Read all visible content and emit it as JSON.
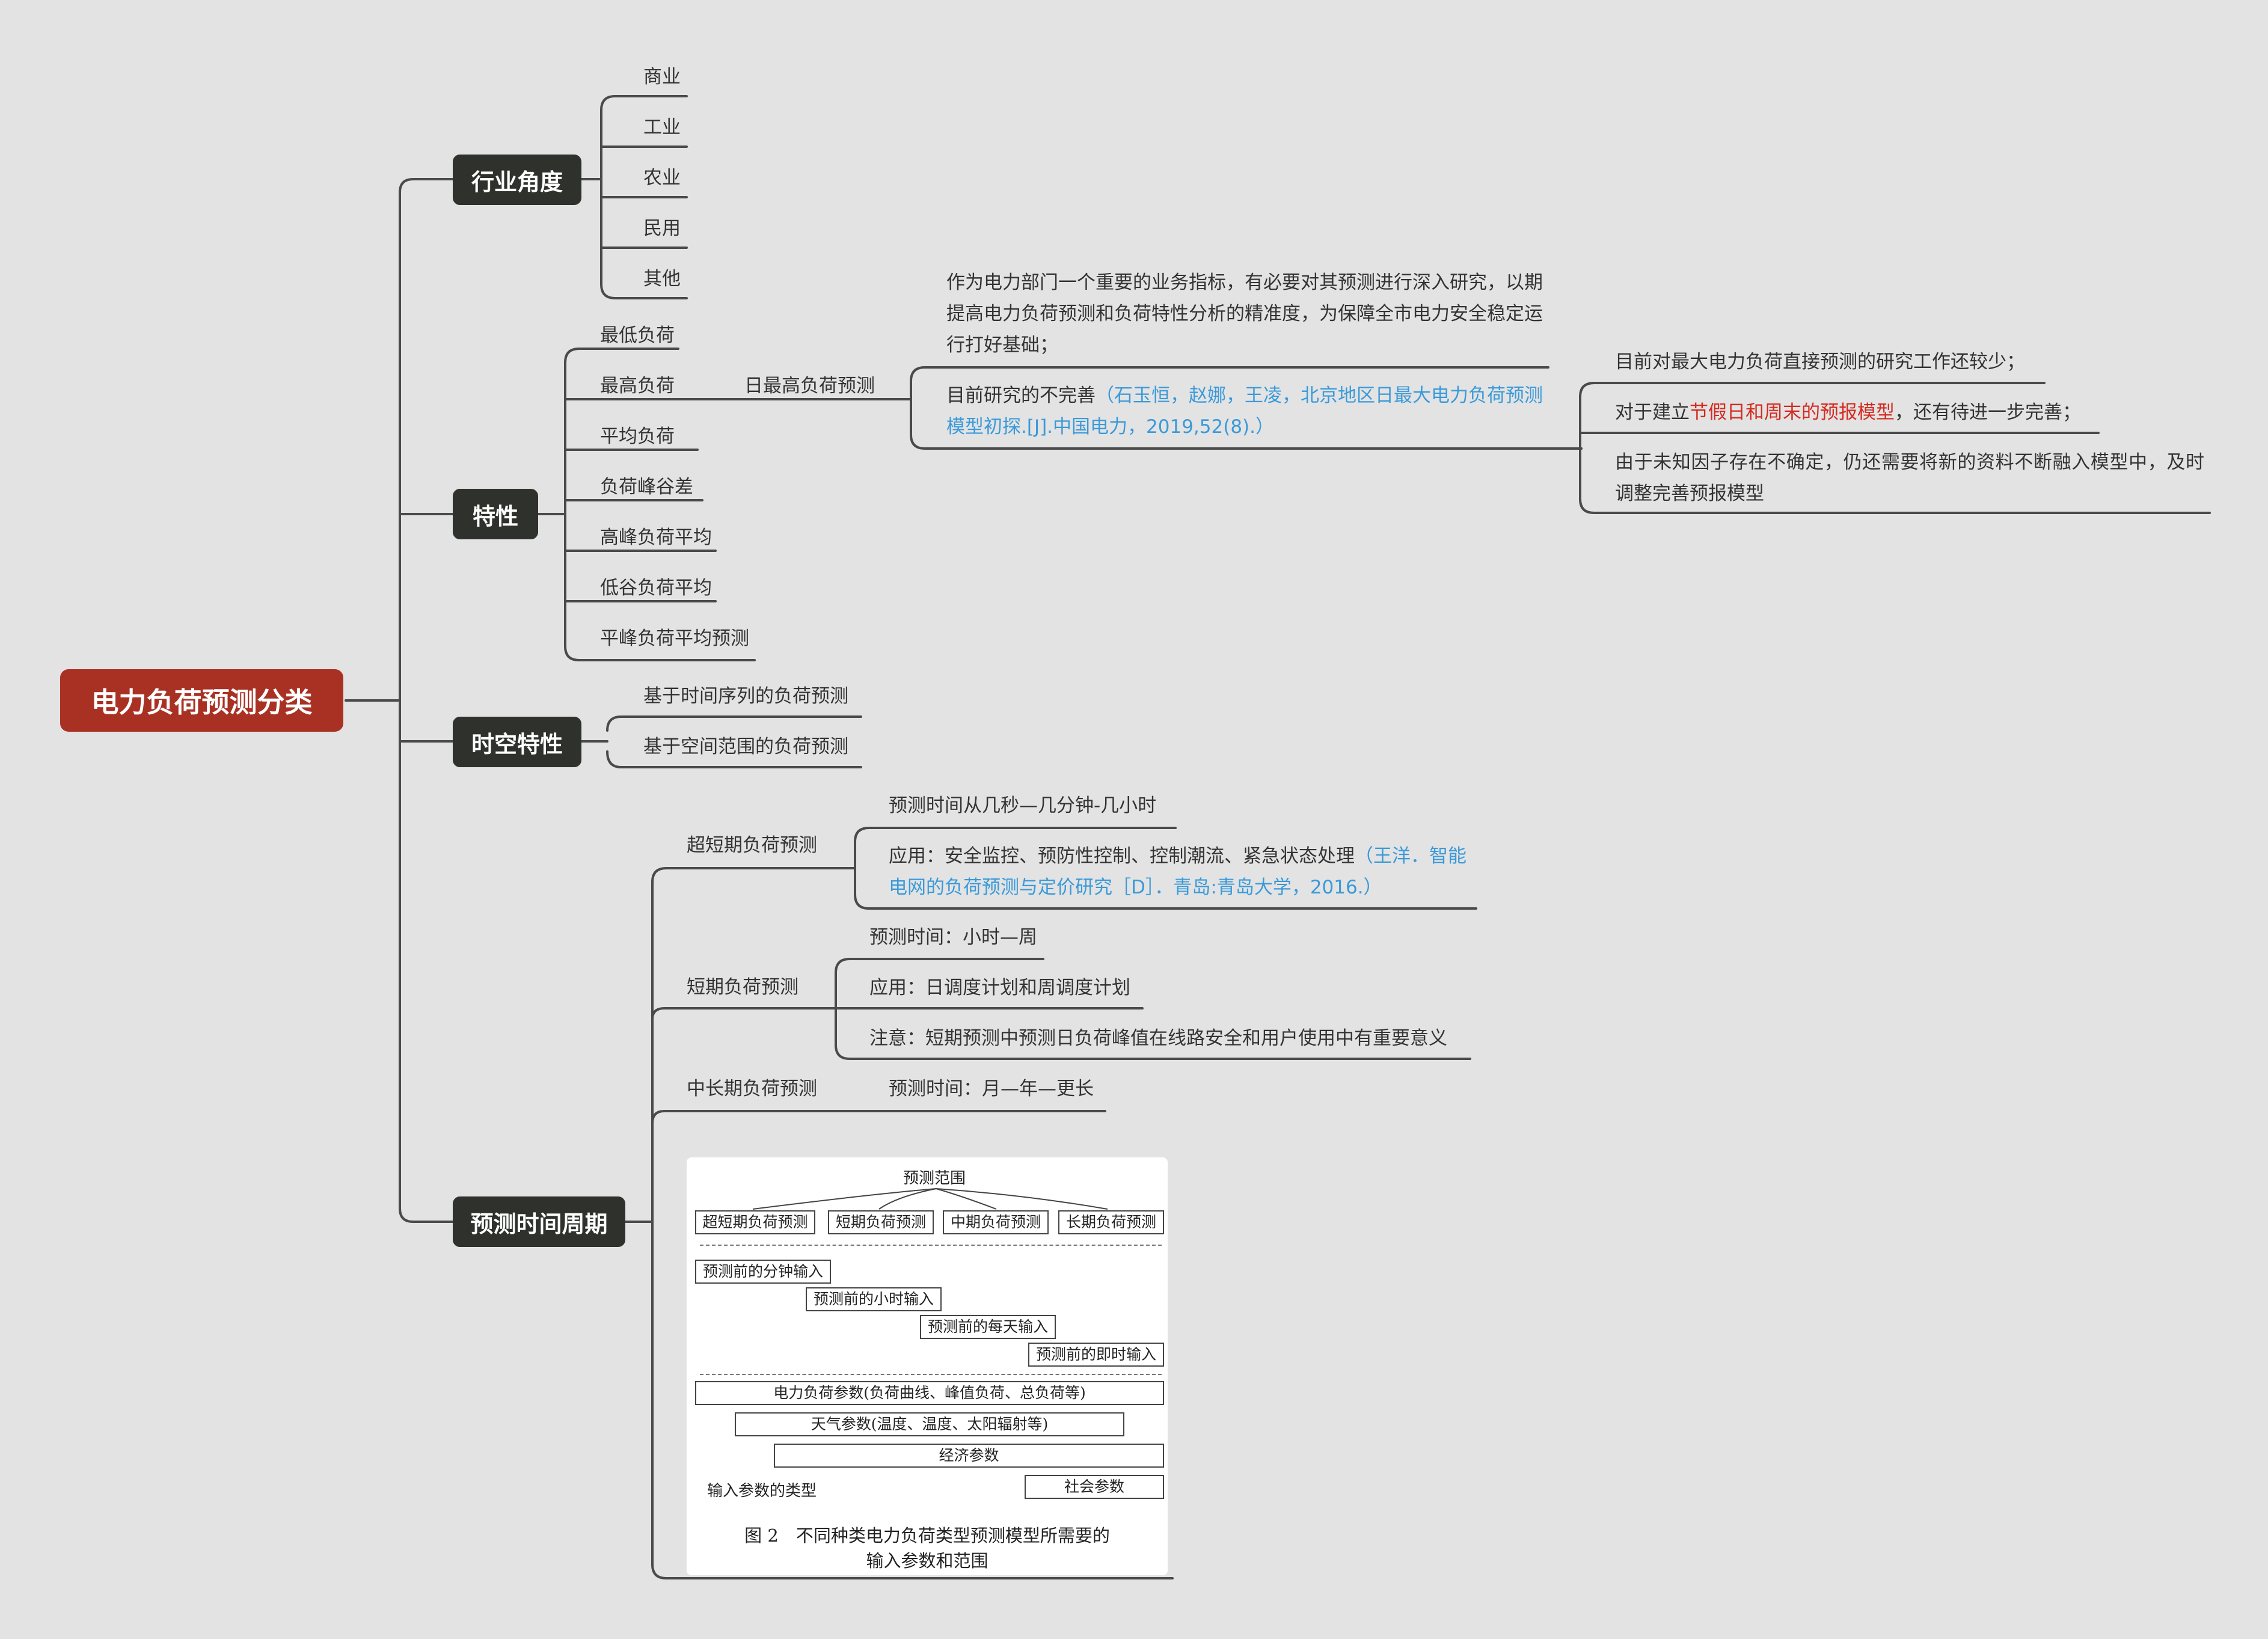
{
  "root": "电力负荷预测分类",
  "branches": {
    "industry": {
      "label": "行业角度",
      "items": [
        "商业",
        "工业",
        "农业",
        "民用",
        "其他"
      ]
    },
    "character": {
      "label": "特性",
      "items": [
        "最低负荷",
        "最高负荷",
        "平均负荷",
        "负荷峰谷差",
        "高峰负荷平均",
        "低谷负荷平均",
        "平峰负荷平均预测"
      ],
      "daily_max": {
        "label": "日最高负荷预测",
        "desc": "作为电力部门一个重要的业务指标，有必要对其预测进行深入研究，以期提高电力负荷预测和负荷特性分析的精准度，为保障全市电力安全稳定运行打好基础；",
        "gap_prefix": "目前研究的不完善",
        "gap_ref": "（石玉恒，赵娜，王凌，北京地区日最大电力负荷预测模型初探.[J].中国电力，2019,52(8).）",
        "gaps": {
          "g1": "目前对最大电力负荷直接预测的研究工作还较少；",
          "g2_a": "对于建立",
          "g2_b": "节假日和周末的预报模型",
          "g2_c": "，还有待进一步完善；",
          "g3": "由于未知因子存在不确定，仍还需要将新的资料不断融入模型中，及时调整完善预报模型"
        }
      }
    },
    "spatiotemporal": {
      "label": "时空特性",
      "items": [
        "基于时间序列的负荷预测",
        "基于空间范围的负荷预测"
      ]
    },
    "period": {
      "label": "预测时间周期",
      "ultra_short": {
        "label": "超短期负荷预测",
        "time": "预测时间从几秒—几分钟-几小时",
        "app": "应用：安全监控、预防性控制、控制潮流、紧急状态处理",
        "ref": "（王洋．智能电网的负荷预测与定价研究［D］．青岛:青岛大学，2016.）"
      },
      "short": {
        "label": "短期负荷预测",
        "items": [
          "预测时间：小时—周",
          "应用：日调度计划和周调度计划",
          "注意：短期预测中预测日负荷峰值在线路安全和用户使用中有重要意义"
        ]
      },
      "mid_long": {
        "label": "中长期负荷预测",
        "time": "预测时间：月—年—更长"
      },
      "figure": {
        "range_title": "预测范围",
        "ranges": [
          "超短期负荷预测",
          "短期负荷预测",
          "中期负荷预测",
          "长期负荷预测"
        ],
        "inputs": [
          "预测前的分钟输入",
          "预测前的小时输入",
          "预测前的每天输入",
          "预测前的即时输入"
        ],
        "params": [
          "电力负荷参数(负荷曲线、峰值负荷、总负荷等)",
          "天气参数(温度、温度、太阳辐射等)",
          "经济参数",
          "社会参数"
        ],
        "param_type_label": "输入参数的类型",
        "caption_line1": "图 2　不同种类电力负荷类型预测模型所需要的",
        "caption_line2": "输入参数和范围"
      }
    }
  },
  "colors": {
    "background": "#e3e3e3",
    "root": "#a93123",
    "main_node": "#2f312c",
    "line": "#4a4a4a",
    "link": "#3a9ad9",
    "highlight": "#d42a1f"
  }
}
